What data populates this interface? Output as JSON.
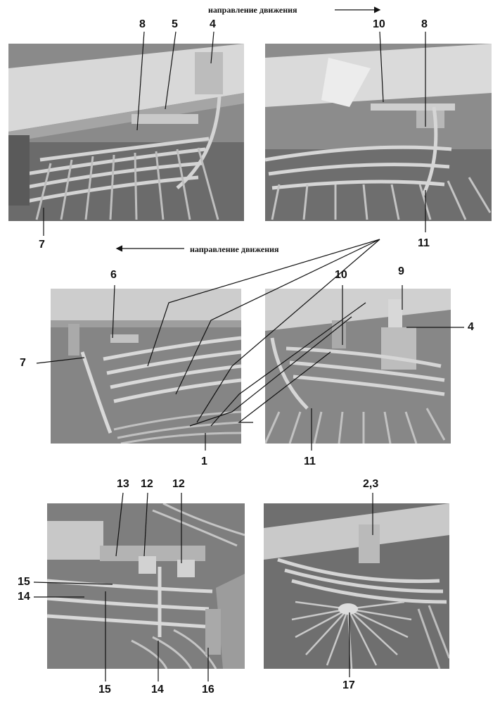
{
  "captions": {
    "top": "направление движения",
    "middle": "направление движения"
  },
  "callouts": {
    "p1": [
      "8",
      "5",
      "4",
      "7"
    ],
    "p2": [
      "10",
      "8",
      "11"
    ],
    "p3": [
      "6",
      "7",
      "1"
    ],
    "p4": [
      "10",
      "9",
      "4",
      "11"
    ],
    "p5": [
      "13",
      "12",
      "12",
      "15",
      "14",
      "15",
      "14",
      "16"
    ],
    "p6": [
      "2,3",
      "17"
    ]
  }
}
